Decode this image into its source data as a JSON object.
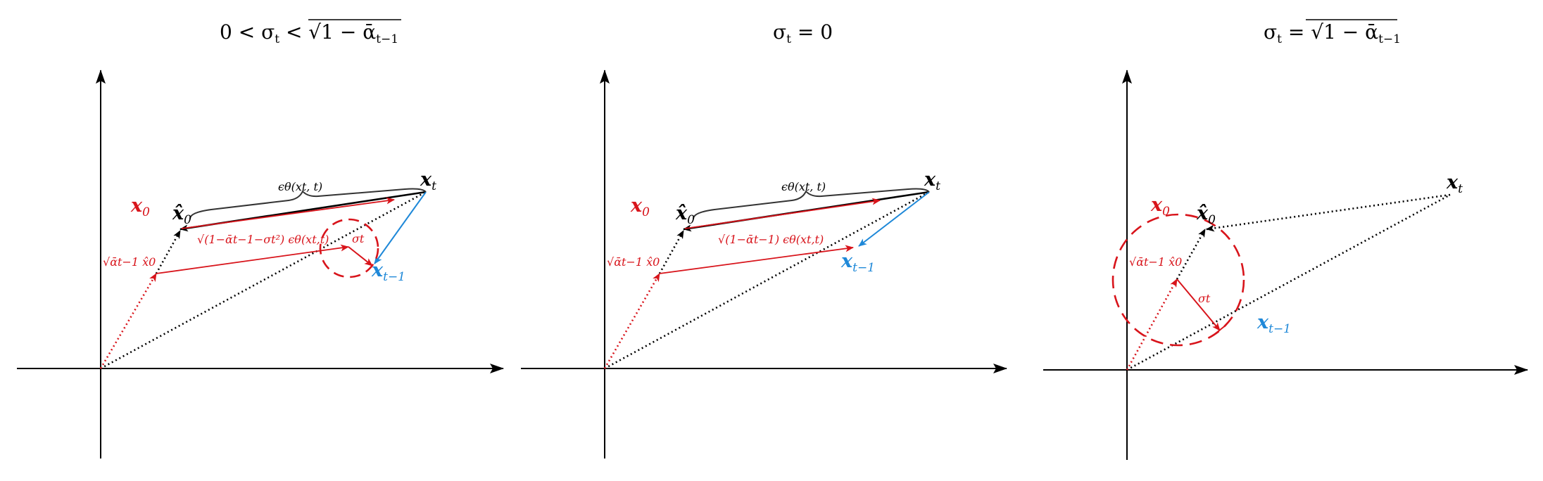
{
  "colors": {
    "red": "#d8141b",
    "blue": "#1e88d8",
    "black": "#000000"
  },
  "panels": [
    {
      "title": "0 < σt < √(1 − ᾱt−1)",
      "title_main": "0 < σ",
      "title_sub": "t",
      "title_rest": " < √1 − ᾱ",
      "title_rest_sub": "t−1",
      "labels": {
        "x0": "x",
        "x0_sub": "0",
        "x0hat": "x̂",
        "x0hat_sub": "0",
        "xt": "x",
        "xt_sub": "t",
        "xt1": "x",
        "xt1_sub": "t−1",
        "eps": "ϵθ(xt, t)",
        "coef_x0": "√ᾱt−1 x̂0",
        "coef_eps": "√(1−ᾱt−1−σt²) ϵθ(xt,t)",
        "sigma": "σt"
      }
    },
    {
      "title": "σt = 0",
      "title_main": "σ",
      "title_sub": "t",
      "title_rest": " = 0",
      "title_rest_sub": "",
      "labels": {
        "x0": "x",
        "x0_sub": "0",
        "x0hat": "x̂",
        "x0hat_sub": "0",
        "xt": "x",
        "xt_sub": "t",
        "xt1": "x",
        "xt1_sub": "t−1",
        "eps": "ϵθ(xt, t)",
        "coef_x0": "√ᾱt−1 x̂0",
        "coef_eps": "√(1−ᾱt−1) ϵθ(xt,t)",
        "sigma": ""
      }
    },
    {
      "title": "σt = √(1 − ᾱt−1)",
      "title_main": "σ",
      "title_sub": "t",
      "title_rest": " = √1 − ᾱ",
      "title_rest_sub": "t−1",
      "labels": {
        "x0": "x",
        "x0_sub": "0",
        "x0hat": "x̂",
        "x0hat_sub": "0",
        "xt": "x",
        "xt_sub": "t",
        "xt1": "x",
        "xt1_sub": "t−1",
        "eps": "",
        "coef_x0": "√ᾱt−1 x̂0",
        "coef_eps": "",
        "sigma": "σt"
      }
    }
  ]
}
